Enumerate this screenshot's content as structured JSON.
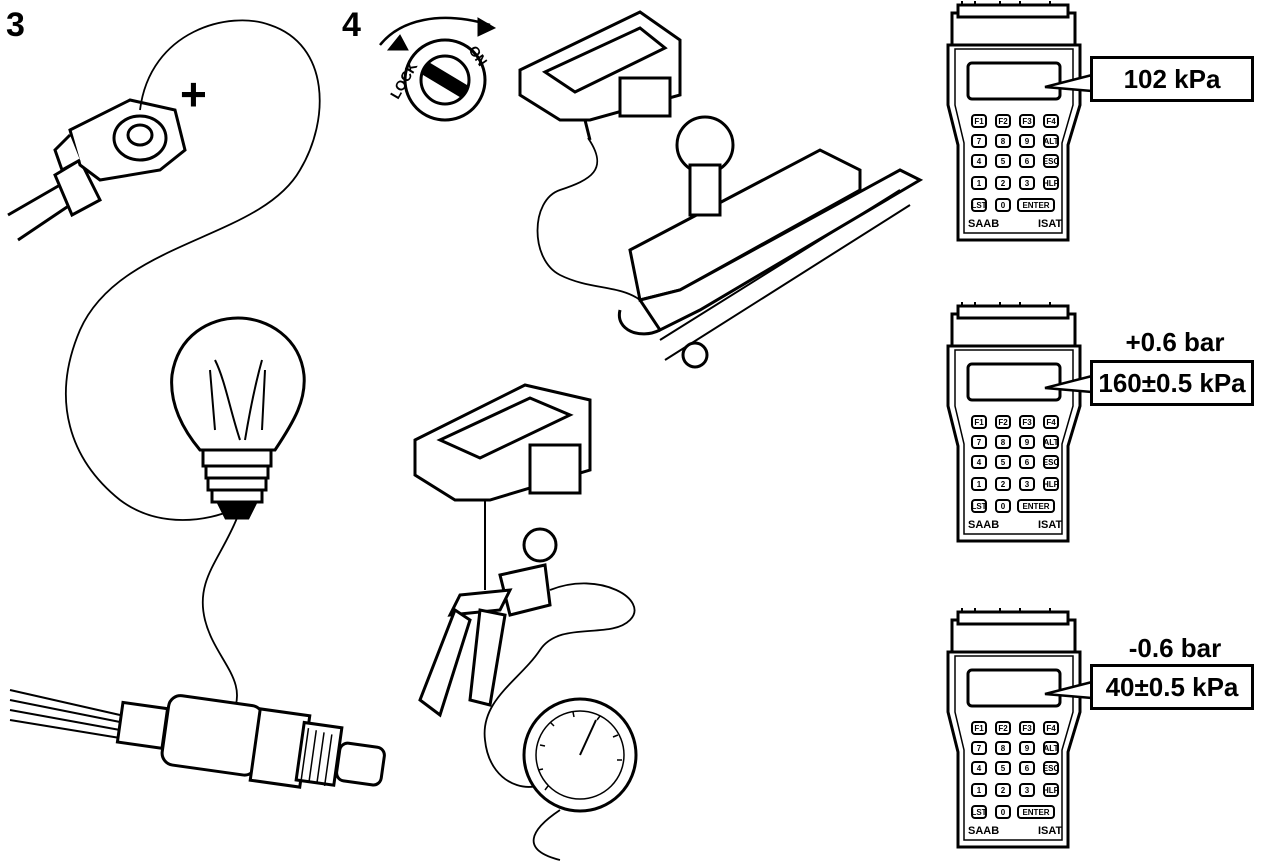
{
  "steps": {
    "step3": "3",
    "step4": "4"
  },
  "ignition": {
    "lock_label": "LOCK",
    "on_label": "ON"
  },
  "test_light": {
    "plus_sign": "+"
  },
  "scan_tools": [
    {
      "pressure_label": "",
      "reading": "102 kPa",
      "brand": "SAAB",
      "model": "ISAT",
      "keys": [
        "F1",
        "F2",
        "F3",
        "F4",
        "7",
        "8",
        "9",
        "ALT",
        "4",
        "5",
        "6",
        "ESC",
        "1",
        "2",
        "3",
        "HLP",
        "LST",
        "0",
        "ENTER"
      ]
    },
    {
      "pressure_label": "+0.6 bar",
      "reading": "160±0.5 kPa",
      "brand": "SAAB",
      "model": "ISAT",
      "keys": [
        "F1",
        "F2",
        "F3",
        "F4",
        "7",
        "8",
        "9",
        "ALT",
        "4",
        "5",
        "6",
        "ESC",
        "1",
        "2",
        "3",
        "HLP",
        "LST",
        "0",
        "ENTER"
      ]
    },
    {
      "pressure_label": "-0.6 bar",
      "reading": "40±0.5 kPa",
      "brand": "SAAB",
      "model": "ISAT",
      "keys": [
        "F1",
        "F2",
        "F3",
        "F4",
        "7",
        "8",
        "9",
        "ALT",
        "4",
        "5",
        "6",
        "ESC",
        "1",
        "2",
        "3",
        "HLP",
        "LST",
        "0",
        "ENTER"
      ]
    }
  ]
}
